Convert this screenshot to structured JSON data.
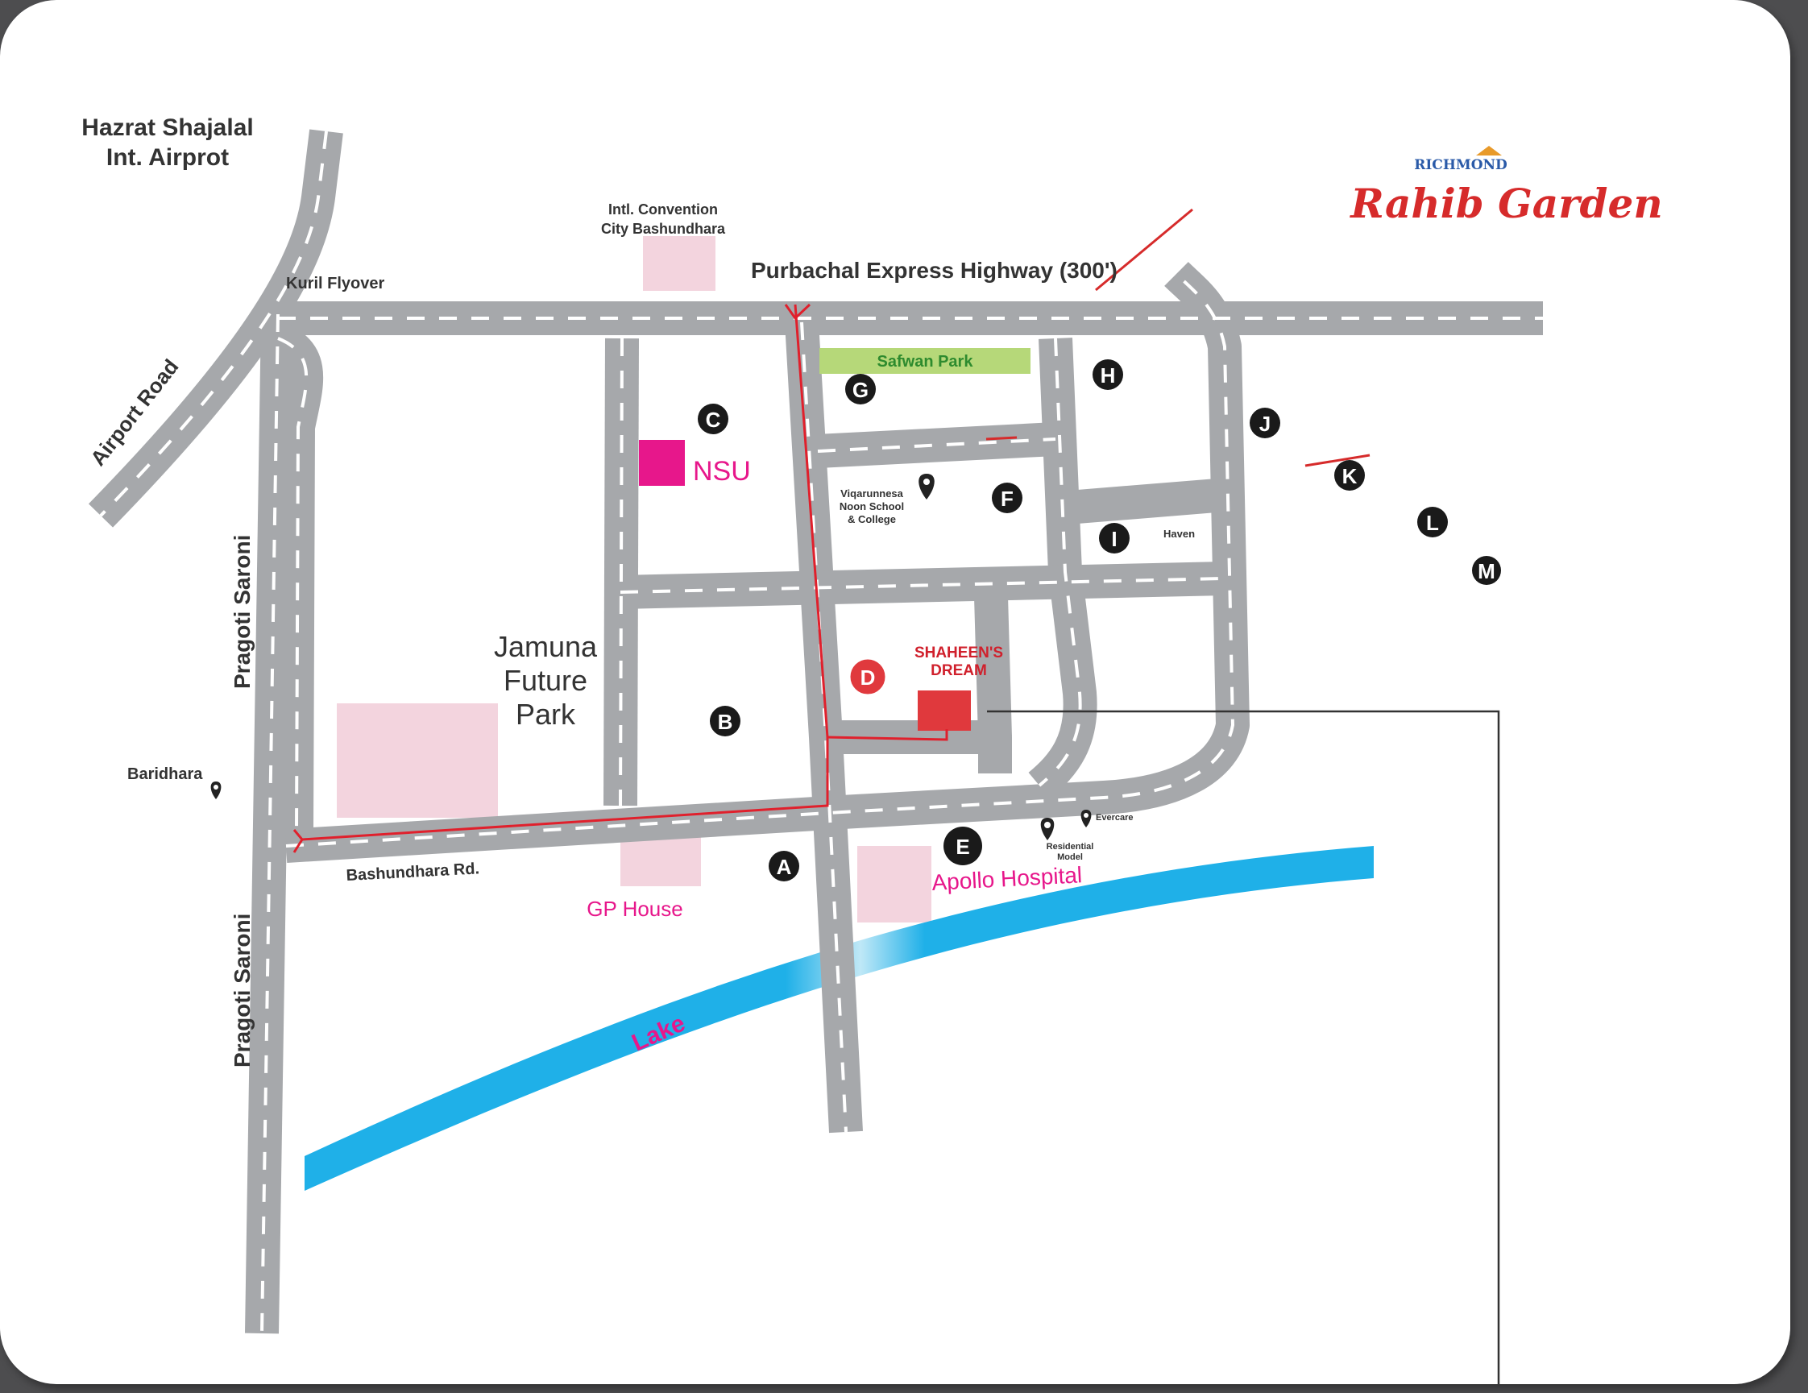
{
  "brand": {
    "logo_text": "RICHMOND",
    "title": "Rahib Garden",
    "color": "#d62b2b"
  },
  "labels": {
    "airport": [
      "Hazrat Shajalal",
      "Int. Airprot"
    ],
    "airport_road": "Airport Road",
    "kuril_flyover": "Kuril Flyover",
    "convention": [
      "Intl. Convention",
      "City Bashundhara"
    ],
    "highway": "Purbachal Express Highway (300')",
    "safwan_park": "Safwan Park",
    "pragoti_saroni_top": "Pragoti Saroni",
    "pragoti_saroni_bottom": "Pragoti Saroni",
    "nsu": "NSU",
    "viqarunnessa": [
      "Viqarunnesa",
      "Noon School",
      "& College"
    ],
    "haven": "Haven",
    "jamuna": [
      "Jamuna",
      "Future",
      "Park"
    ],
    "baridhara": "Baridhara",
    "bashundhara_rd": "Bashundhara Rd.",
    "gp_house": "GP House",
    "apollo": "Apollo Hospital",
    "evercare": "Evercare",
    "residential": [
      "Residential",
      "Model"
    ],
    "lake": "Lake",
    "target": [
      "SHAHEEN'S",
      "DREAM"
    ]
  },
  "markers": [
    "A",
    "B",
    "C",
    "D",
    "E",
    "F",
    "G",
    "H",
    "I",
    "J",
    "K",
    "L",
    "M"
  ],
  "colors": {
    "road": "#a6a8ab",
    "route": "#e0202c",
    "lake": "#1fb0e8",
    "pink_block": "#f3d4de",
    "nsu": "#e7178b",
    "park": "#b6d879"
  }
}
